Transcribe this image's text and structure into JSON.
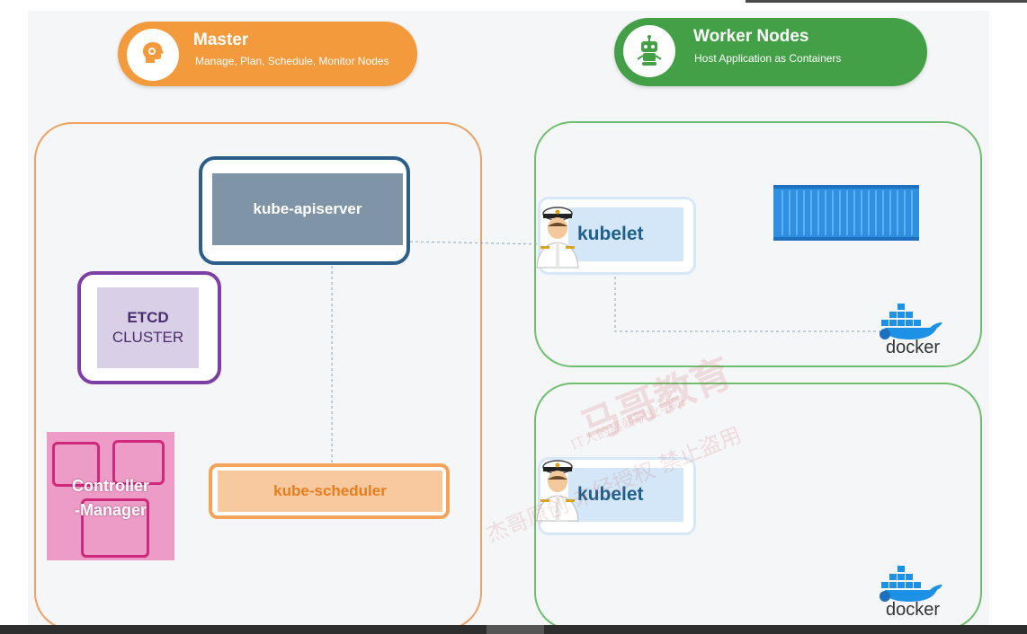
{
  "master": {
    "title": "Master",
    "subtitle": "Manage, Plan, Schedule, Monitor Nodes",
    "color": "#f39a3c",
    "icon": "brain-gear-icon"
  },
  "worker": {
    "title": "Worker Nodes",
    "subtitle": "Host Application as Containers",
    "color": "#43a047",
    "icon": "robot-icon"
  },
  "components": {
    "apiserver": "kube-apiserver",
    "etcd_line1": "ETCD",
    "etcd_line2": "CLUSTER",
    "scheduler": "kube-scheduler",
    "controller_line1": "Controller",
    "controller_line2": "-Manager"
  },
  "nodes": [
    {
      "kubelet": "kubelet",
      "runtime": "docker"
    },
    {
      "kubelet": "kubelet",
      "runtime": "docker"
    }
  ],
  "colors": {
    "apiserver_border": "#2b5f8a",
    "etcd_border": "#7b3fa6",
    "scheduler_border": "#f3a35a",
    "controller_border": "#d0287c",
    "container_blue": "#2f8fe0",
    "docker_blue": "#1d91e6"
  },
  "watermark": {
    "brand": "马哥教育",
    "slogan": "IT人的高薪职业学院",
    "notice": "杰哥原创 未经授权 禁止盗用"
  }
}
